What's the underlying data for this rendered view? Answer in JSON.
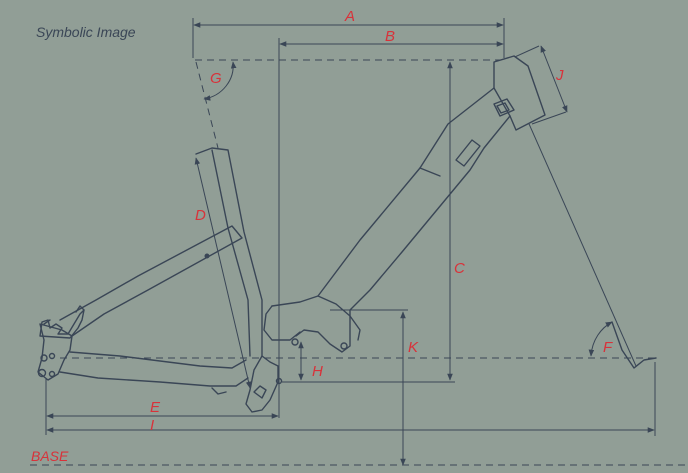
{
  "caption": "Symbolic Image",
  "base_label": "BASE",
  "dimension_labels": {
    "A": "A",
    "B": "B",
    "C": "C",
    "D": "D",
    "E": "E",
    "F": "F",
    "G": "G",
    "H": "H",
    "I": "I",
    "J": "J",
    "K": "K"
  },
  "colors": {
    "background": "#919e96",
    "line": "#3a4656",
    "label": "#d8323a"
  }
}
